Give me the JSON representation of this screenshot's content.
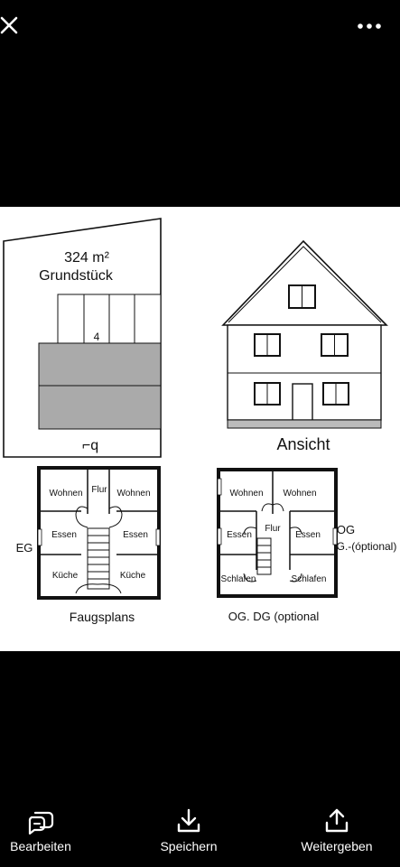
{
  "topbar": {
    "close_icon": "close-icon",
    "more_icon": "more-dots-icon"
  },
  "image": {
    "site": {
      "area": "324 m²",
      "label": "Grundstück",
      "unit_number": "4",
      "bottom_mark": "⌐q"
    },
    "elevation": {
      "label": "Ansicht"
    },
    "ground_floor": {
      "side_label": "EG",
      "caption": "Faugsplans",
      "rooms": [
        "Wohnen",
        "Flur",
        "Wohnen",
        "Essen",
        "Essen",
        "Küche",
        "Küche"
      ]
    },
    "upper_floor": {
      "side_label_1": "OG",
      "side_label_2": "G.-(óptional)",
      "caption": "OG. DG (optional",
      "rooms": [
        "Wohnen",
        "Wohnen",
        "Flur",
        "Essen",
        "Essen",
        "Schlafen",
        "Schlafen"
      ]
    }
  },
  "bottombar": {
    "edit": {
      "label": "Bearbeiten",
      "icon": "edit-chat-icon"
    },
    "save": {
      "label": "Speichern",
      "icon": "download-icon"
    },
    "share": {
      "label": "Weitergeben",
      "icon": "share-icon"
    }
  }
}
